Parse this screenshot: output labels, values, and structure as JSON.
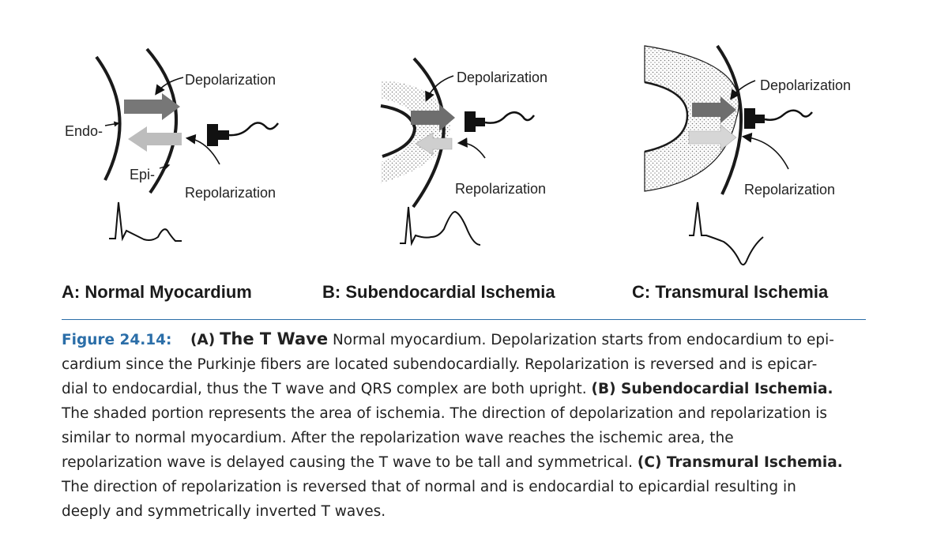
{
  "figure": {
    "labels": {
      "depolarization": "Depolarization",
      "repolarization": "Repolarization",
      "endo": "Endo-",
      "epi": "Epi-"
    },
    "panels": [
      {
        "letter": "A",
        "title": "A: Normal Myocardium"
      },
      {
        "letter": "B",
        "title": "B: Subendocardial Ischemia"
      },
      {
        "letter": "C",
        "title": "C: Transmural Ischemia"
      }
    ]
  },
  "caption": {
    "figure_number": "Figure 24.14:",
    "l1_tag": "(A)",
    "l1_heading": "The T Wave",
    "l1_rest": " Normal myocardium. Depolarization starts from endocardium to epi-",
    "l2": "cardium since the Purkinje fibers are located subendocardially. Repolarization is reversed and is epicar-",
    "l3_text": "dial to endocardial, thus the T wave and QRS complex are both upright. ",
    "l3_bold": "(B) Subendocardial Ischemia.",
    "l4": "The shaded portion represents the area of ischemia. The direction of depolarization and repolarization is",
    "l5": "similar to normal myocardium. After the repolarization wave reaches the ischemic area, the",
    "l6_text": "repolarization wave is delayed causing the T wave to be tall and symmetrical. ",
    "l6_bold": "(C) Transmural Ischemia.",
    "l7": "The direction of repolarization is reversed that of normal and is endocardial to epicardial resulting in",
    "l8": "deeply and symmetrically inverted T waves."
  }
}
